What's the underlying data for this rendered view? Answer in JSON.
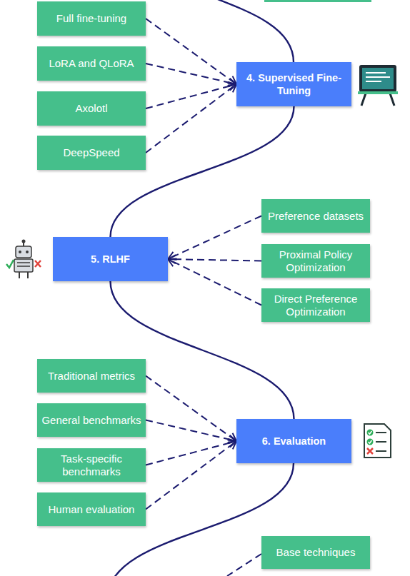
{
  "diagram": {
    "nodes": [
      {
        "text": [
          "Full fine-tuning"
        ]
      },
      {
        "text": [
          "LoRA and QLoRA"
        ]
      },
      {
        "text": [
          "4. Supervised Fine-Tuning"
        ]
      },
      {
        "text": [
          "Axolotl"
        ]
      },
      {
        "text": [
          "DeepSpeed"
        ]
      },
      {
        "text": [
          "Preference datasets"
        ]
      },
      {
        "text": [
          "5. RLHF"
        ]
      },
      {
        "text": [
          "Proximal Policy Optimization"
        ]
      },
      {
        "text": [
          "Direct Preference Optimization"
        ]
      },
      {
        "text": [
          "Traditional metrics"
        ]
      },
      {
        "text": [
          "General benchmarks"
        ]
      },
      {
        "text": [
          "6. Evaluation"
        ]
      },
      {
        "text": [
          "Task-specific benchmarks"
        ]
      },
      {
        "text": [
          "Human evaluation"
        ]
      },
      {
        "text": [
          "Base techniques"
        ]
      }
    ],
    "edges": [
      {
        "from": 0,
        "to": 2,
        "arrow": "to"
      },
      {
        "from": 1,
        "to": 2,
        "arrow": "to"
      },
      {
        "from": 3,
        "to": 2,
        "arrow": "to"
      },
      {
        "from": 4,
        "to": 2,
        "arrow": "to"
      },
      {
        "from": 5,
        "to": 6,
        "arrow": "to"
      },
      {
        "from": 7,
        "to": 6,
        "arrow": "to"
      },
      {
        "from": 8,
        "to": 6,
        "arrow": "to"
      },
      {
        "from": 9,
        "to": 11,
        "arrow": "to"
      },
      {
        "from": 10,
        "to": 11,
        "arrow": "to"
      },
      {
        "from": 12,
        "to": 11,
        "arrow": "to"
      },
      {
        "from": 13,
        "to": 11,
        "arrow": "to"
      },
      {
        "from": 2,
        "to": 6,
        "arrow": "none"
      },
      {
        "from": 6,
        "to": 11,
        "arrow": "none"
      }
    ]
  }
}
